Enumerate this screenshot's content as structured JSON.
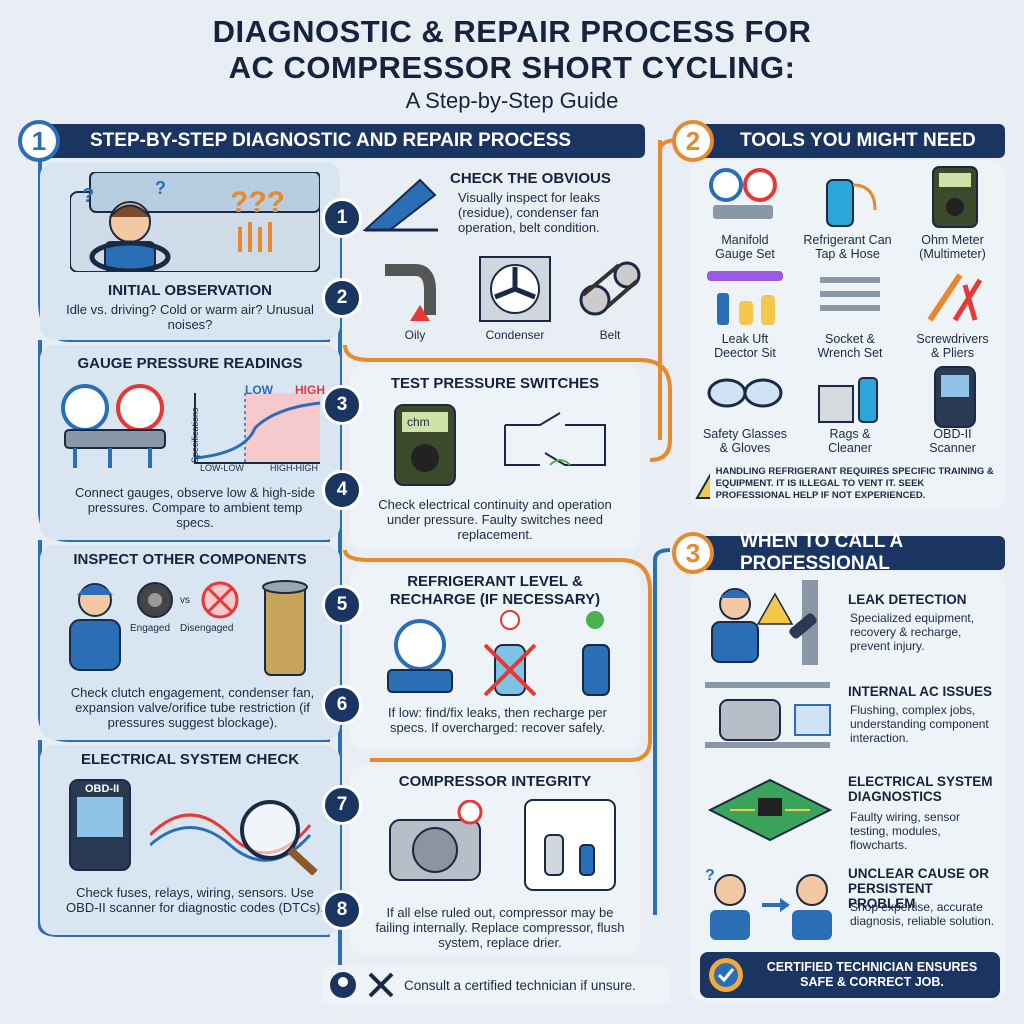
{
  "title": {
    "line1": "DIAGNOSTIC & REPAIR PROCESS FOR",
    "line2": "AC COMPRESSOR SHORT CYCLING:",
    "subtitle": "A Step-by-Step Guide"
  },
  "section1": {
    "number": "1",
    "header": "STEP-BY-STEP DIAGNOSTIC AND REPAIR PROCESS",
    "initial": {
      "title": "INITIAL OBSERVATION",
      "body": "Idle vs. driving? Cold or warm air? Unusual noises?"
    },
    "obvious": {
      "title": "CHECK THE OBVIOUS",
      "body": "Visually inspect for leaks (residue), condenser fan operation, belt condition.",
      "labels": [
        "Oily",
        "Condenser",
        "Belt"
      ]
    },
    "gauge": {
      "title": "GAUGE PRESSURE READINGS",
      "body": "Connect gauges, observe low & high-side pressures. Compare to ambient temp specs.",
      "chart": {
        "low": "LOW",
        "high": "HIGH",
        "ylabel": "Specifications",
        "x_low": "LOW-LOW",
        "x_high": "HIGH-HIGH"
      }
    },
    "switches": {
      "title": "TEST PRESSURE SWITCHES",
      "body": "Check electrical continuity and operation under pressure. Faulty switches need replacement.",
      "meter": "chm"
    },
    "inspect": {
      "title": "INSPECT OTHER COMPONENTS",
      "body": "Check clutch engagement, condenser fan, expansion valve/orifice tube restriction (if pressures suggest blockage).",
      "engaged": "Engaged",
      "vs": "vs",
      "disengaged": "Disengaged"
    },
    "refrigerant": {
      "title_l1": "REFRIGERANT LEVEL &",
      "title_l2": "RECHARGE (IF NECESSARY)",
      "body": "If low: find/fix leaks, then recharge per specs. If overcharged: recover safely."
    },
    "electrical": {
      "title": "ELECTRICAL SYSTEM CHECK",
      "body": "Check fuses, relays, wiring, sensors. Use OBD-II scanner for diagnostic codes (DTCs).",
      "scanner": "OBD-II"
    },
    "compressor": {
      "title": "COMPRESSOR INTEGRITY",
      "body": "If all else ruled out, compressor may be failing internally. Replace compressor, flush system, replace drier."
    },
    "steps": [
      "1",
      "2",
      "3",
      "4",
      "5",
      "6",
      "7",
      "8"
    ],
    "footer": "Consult a certified technician if unsure."
  },
  "section2": {
    "number": "2",
    "header": "TOOLS YOU MIGHT NEED",
    "tools": [
      {
        "l1": "Manifold",
        "l2": "Gauge Set"
      },
      {
        "l1": "Refrigerant Can",
        "l2": "Tap & Hose"
      },
      {
        "l1": "Ohm Meter",
        "l2": "(Multimeter)"
      },
      {
        "l1": "Leak Uft",
        "l2": "Deector Sit"
      },
      {
        "l1": "Socket &",
        "l2": "Wrench Set"
      },
      {
        "l1": "Screwdrivers",
        "l2": "& Pliers"
      },
      {
        "l1": "Safety Glasses",
        "l2": "& Gloves"
      },
      {
        "l1": "Rags &",
        "l2": "Cleaner"
      },
      {
        "l1": "OBD-II",
        "l2": "Scanner"
      }
    ],
    "warning": "HANDLING REFRIGERANT REQUIRES SPECIFIC TRAINING & EQUIPMENT. IT IS ILLEGAL TO VENT IT. SEEK PROFESSIONAL HELP IF NOT EXPERIENCED."
  },
  "section3": {
    "number": "3",
    "header": "WHEN TO CALL A PROFESSIONAL",
    "items": [
      {
        "title": "LEAK DETECTION",
        "body": "Specialized equipment, recovery & recharge, prevent injury."
      },
      {
        "title": "INTERNAL AC ISSUES",
        "body": "Flushing, complex jobs, understanding component interaction."
      },
      {
        "title": "ELECTRICAL SYSTEM DIAGNOSTICS",
        "body": "Faulty wiring, sensor testing, modules, flowcharts."
      },
      {
        "title": "UNCLEAR CAUSE OR PERSISTENT PROBLEM",
        "body": "Shop expertise, accurate diagnosis, reliable solution."
      }
    ],
    "badge": "CERTIFIED TECHNICIAN ENSURES SAFE & CORRECT JOB."
  },
  "colors": {
    "navy": "#1a3561",
    "blue": "#2a6fb6",
    "orange": "#e58a2e",
    "panel": "#d9e6f2"
  }
}
